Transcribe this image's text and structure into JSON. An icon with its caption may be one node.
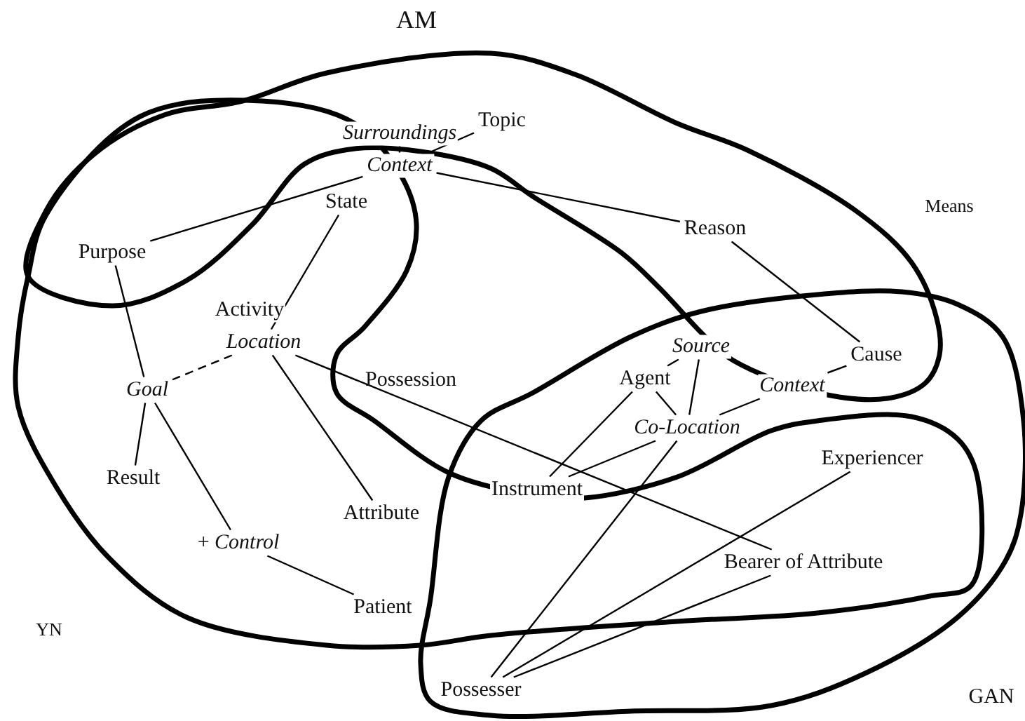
{
  "diagram": {
    "title": "AM",
    "nodes": [
      {
        "text": [
          "Surroundings"
        ]
      },
      {
        "text": [
          "Context"
        ]
      },
      {
        "text": [
          "Topic"
        ]
      },
      {
        "text": [
          "Purpose"
        ]
      },
      {
        "text": [
          "State"
        ]
      },
      {
        "text": [
          "Reason"
        ]
      },
      {
        "text": [
          "Activity"
        ]
      },
      {
        "text": [
          "Location"
        ]
      },
      {
        "text": [
          "Goal"
        ]
      },
      {
        "text": [
          "Cause"
        ]
      },
      {
        "text": [
          "Source"
        ]
      },
      {
        "text": [
          "Agent"
        ]
      },
      {
        "text": [
          "Context"
        ]
      },
      {
        "text": [
          "Instrument"
        ]
      },
      {
        "text": [
          "Co-Location"
        ]
      },
      {
        "text": [
          "Experiencer"
        ]
      },
      {
        "text": [
          "Result"
        ]
      },
      {
        "text": [
          "Attribute"
        ]
      },
      {
        "text": [
          "+ *Control*"
        ]
      },
      {
        "text": [
          "Bearer of Attribute"
        ]
      },
      {
        "text": [
          "Patient"
        ]
      },
      {
        "text": [
          "Possesser"
        ]
      }
    ],
    "edges": [
      {
        "from": 0,
        "to": 1,
        "arrow": "none"
      },
      {
        "from": 1,
        "to": 2,
        "arrow": "none"
      },
      {
        "from": 1,
        "to": 3,
        "arrow": "none"
      },
      {
        "from": 1,
        "to": 5,
        "arrow": "none"
      },
      {
        "from": 4,
        "to": 7,
        "arrow": "none"
      },
      {
        "from": 3,
        "to": 8,
        "arrow": "none"
      },
      {
        "from": 7,
        "to": 8,
        "arrow": "none",
        "style": "dashed"
      },
      {
        "from": 8,
        "to": 16,
        "arrow": "none"
      },
      {
        "from": 8,
        "to": 18,
        "arrow": "none"
      },
      {
        "from": 18,
        "to": 20,
        "arrow": "none"
      },
      {
        "from": 7,
        "to": 17,
        "arrow": "none"
      },
      {
        "from": 7,
        "to": 19,
        "arrow": "none"
      },
      {
        "from": 5,
        "to": 9,
        "arrow": "none"
      },
      {
        "from": 9,
        "to": 12,
        "arrow": "none"
      },
      {
        "from": 10,
        "to": 11,
        "arrow": "none"
      },
      {
        "from": 10,
        "to": 14,
        "arrow": "none"
      },
      {
        "from": 11,
        "to": 14,
        "arrow": "none"
      },
      {
        "from": 11,
        "to": 13,
        "arrow": "none"
      },
      {
        "from": 14,
        "to": 13,
        "arrow": "none"
      },
      {
        "from": 12,
        "to": 14,
        "arrow": "none"
      },
      {
        "from": 14,
        "to": 21,
        "arrow": "none"
      },
      {
        "from": 15,
        "to": 21,
        "arrow": "none"
      },
      {
        "from": 19,
        "to": 21,
        "arrow": "none"
      }
    ],
    "labels": [
      "Means",
      "Possession",
      "YN",
      "GAN"
    ]
  }
}
